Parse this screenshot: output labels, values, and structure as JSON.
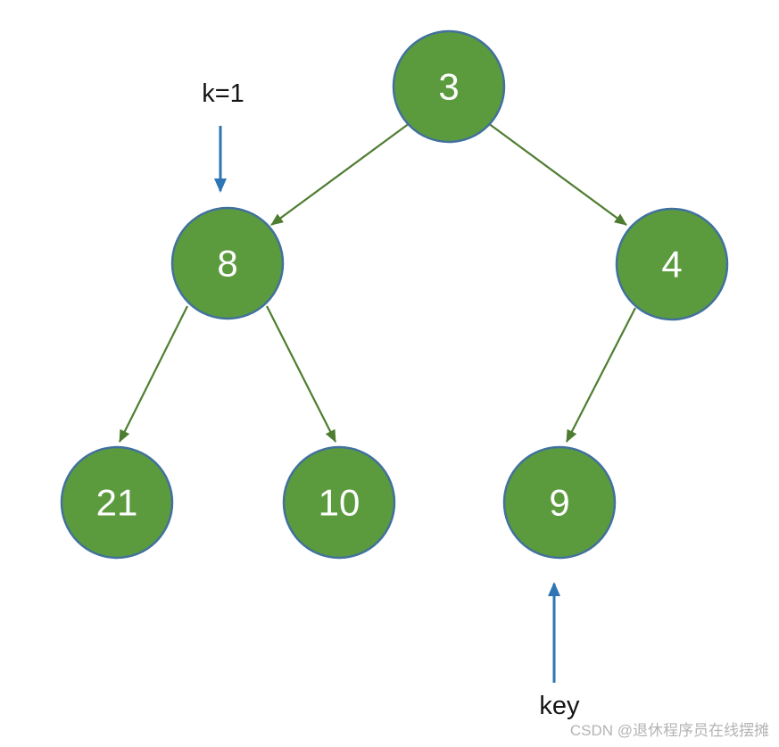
{
  "diagram": {
    "type": "binary-tree",
    "nodes": [
      {
        "id": "root",
        "value": "3"
      },
      {
        "id": "left",
        "value": "8"
      },
      {
        "id": "right",
        "value": "4"
      },
      {
        "id": "left-left",
        "value": "21"
      },
      {
        "id": "left-right",
        "value": "10"
      },
      {
        "id": "right-left",
        "value": "9"
      }
    ],
    "edges": [
      {
        "from": "3",
        "to": "8"
      },
      {
        "from": "3",
        "to": "4"
      },
      {
        "from": "8",
        "to": "21"
      },
      {
        "from": "8",
        "to": "10"
      },
      {
        "from": "4",
        "to": "9"
      }
    ],
    "annotations": [
      {
        "label": "k=1",
        "points_to": "8",
        "arrow_direction": "down"
      },
      {
        "label": "key",
        "points_to": "9",
        "arrow_direction": "up"
      }
    ]
  },
  "colors": {
    "node_fill": "#5b9b3e",
    "node_border": "#41719c",
    "node_text": "#ffffff",
    "edge": "#4e7d31",
    "annotation_arrow": "#2e75b6",
    "annotation_text": "#141414",
    "watermark_text": "#b4b4b4"
  },
  "watermark": "CSDN @退休程序员在线摆摊"
}
